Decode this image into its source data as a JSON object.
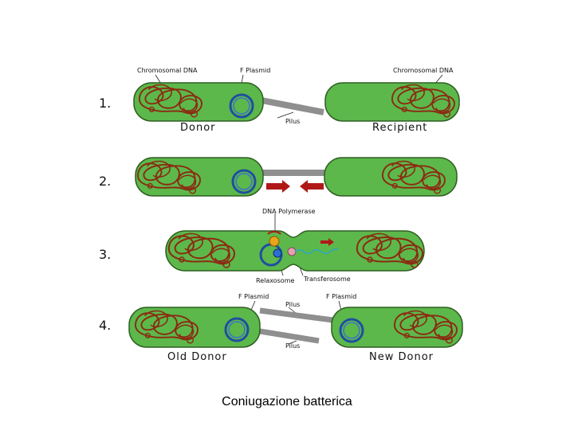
{
  "diagram": {
    "steps": [
      "1.",
      "2.",
      "3.",
      "4."
    ],
    "labels": {
      "chromosomal_dna_left": "Chromosomal DNA",
      "f_plasmid_1": "F Plasmid",
      "chromosomal_dna_right": "Chromosomal DNA",
      "pilus_1": "Pilus",
      "donor": "Donor",
      "recipient": "Recipient",
      "dna_polymerase": "DNA Polymerase",
      "relaxosome": "Relaxosome",
      "transferosome": "Transferosome",
      "f_plasmid_4_left": "F Plasmid",
      "pilus_4_top": "Pilus",
      "f_plasmid_4_right": "F Plasmid",
      "pilus_4_bottom": "Pilus",
      "old_donor": "Old Donor",
      "new_donor": "New Donor"
    },
    "colors": {
      "cell_fill": "#5cb84a",
      "cell_stroke": "#2f5f22",
      "dna": "#8b2a12",
      "plasmid": "#1f4fa0",
      "pilus": "#8f8f8f",
      "arrow": "#b01818",
      "enzyme_orange": "#e8a41c",
      "enzyme_blue": "#2a6fd6",
      "enzyme_pink": "#e6a0b0",
      "strand": "#2aa7c8"
    }
  },
  "caption": "Coniugazione batterica"
}
